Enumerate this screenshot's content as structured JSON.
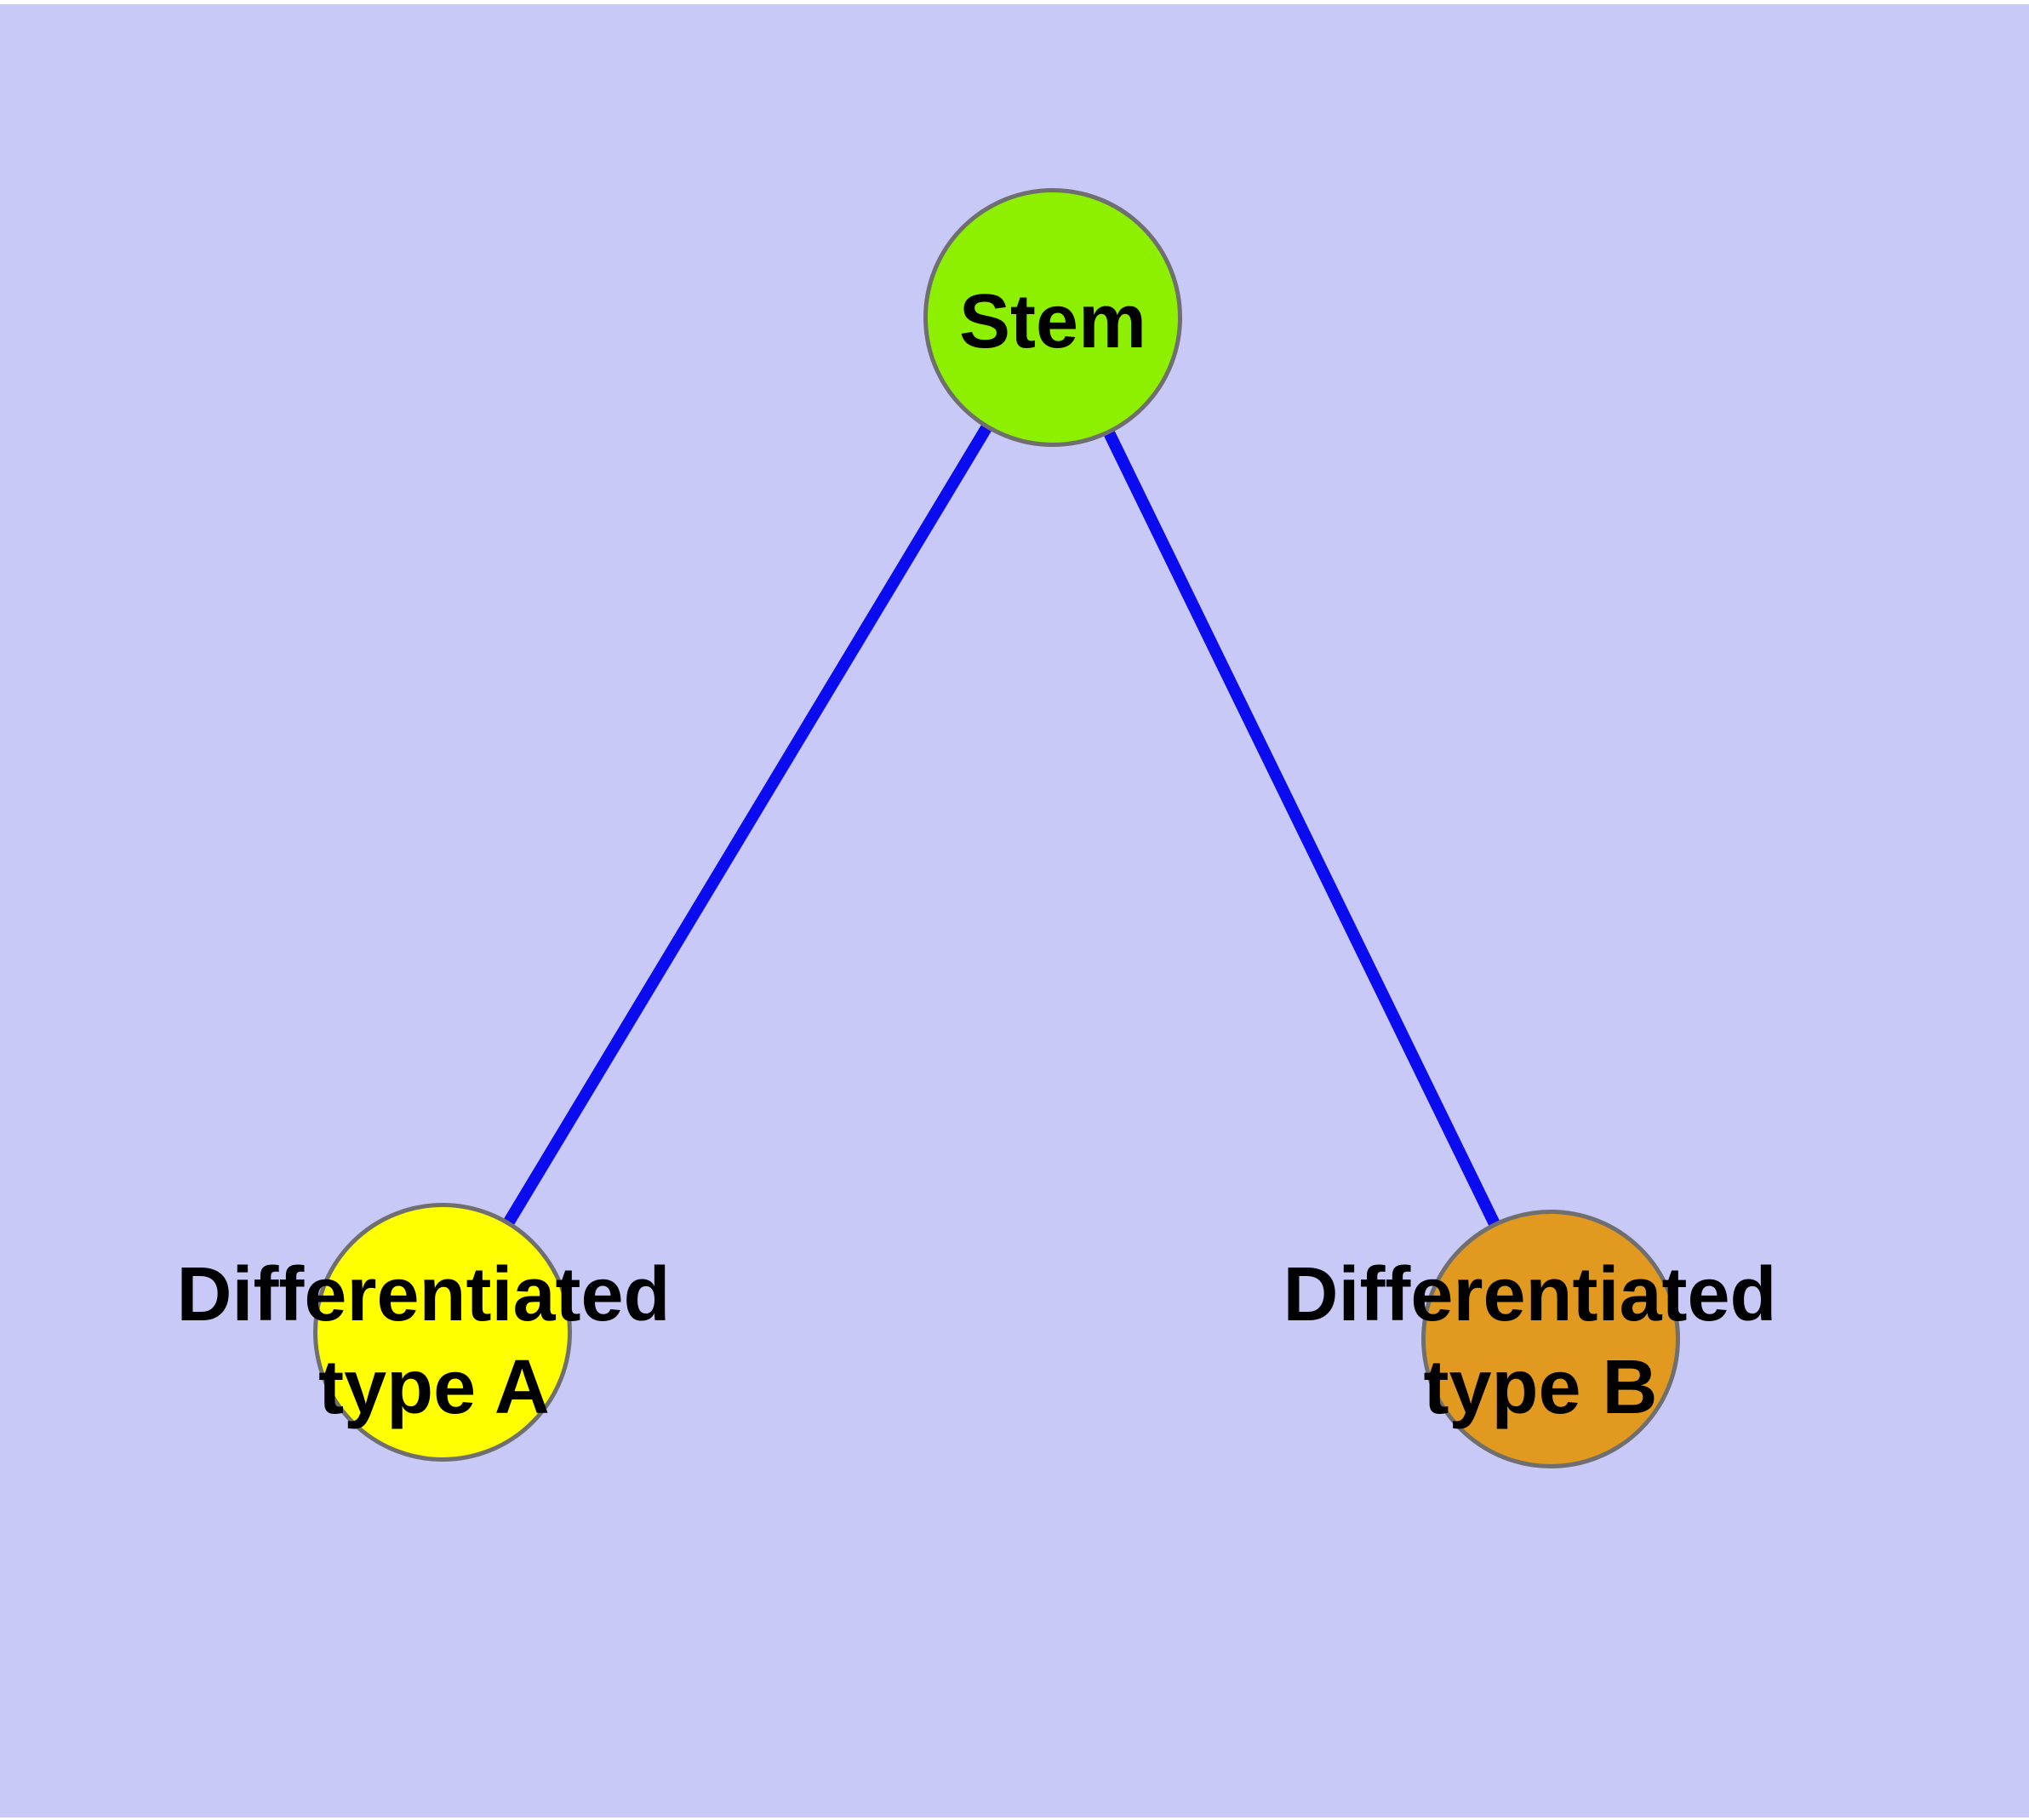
{
  "canvas": {
    "margin_color": "#FFFFFF",
    "background": "#C9C9F8"
  },
  "text_color": "#000000",
  "nodes": {
    "stem": {
      "label": "Stem",
      "fill": "#8CF000",
      "stroke": "#6F6F6F"
    },
    "typeA": {
      "label_line1": "Differentiated",
      "label_line2": "type A",
      "label_full": "Differentiated type A",
      "fill": "#FFFF00",
      "stroke": "#6F6F6F"
    },
    "typeB": {
      "label_line1": "Differentiated",
      "label_line2": "type B",
      "label_full": "Differentiated type B",
      "fill": "#E2991F",
      "stroke": "#6F6F6F"
    }
  },
  "edges": {
    "stem_to_typeA": {
      "color": "#0B0BF0"
    },
    "stem_to_typeB": {
      "color": "#0B0BF0"
    }
  }
}
